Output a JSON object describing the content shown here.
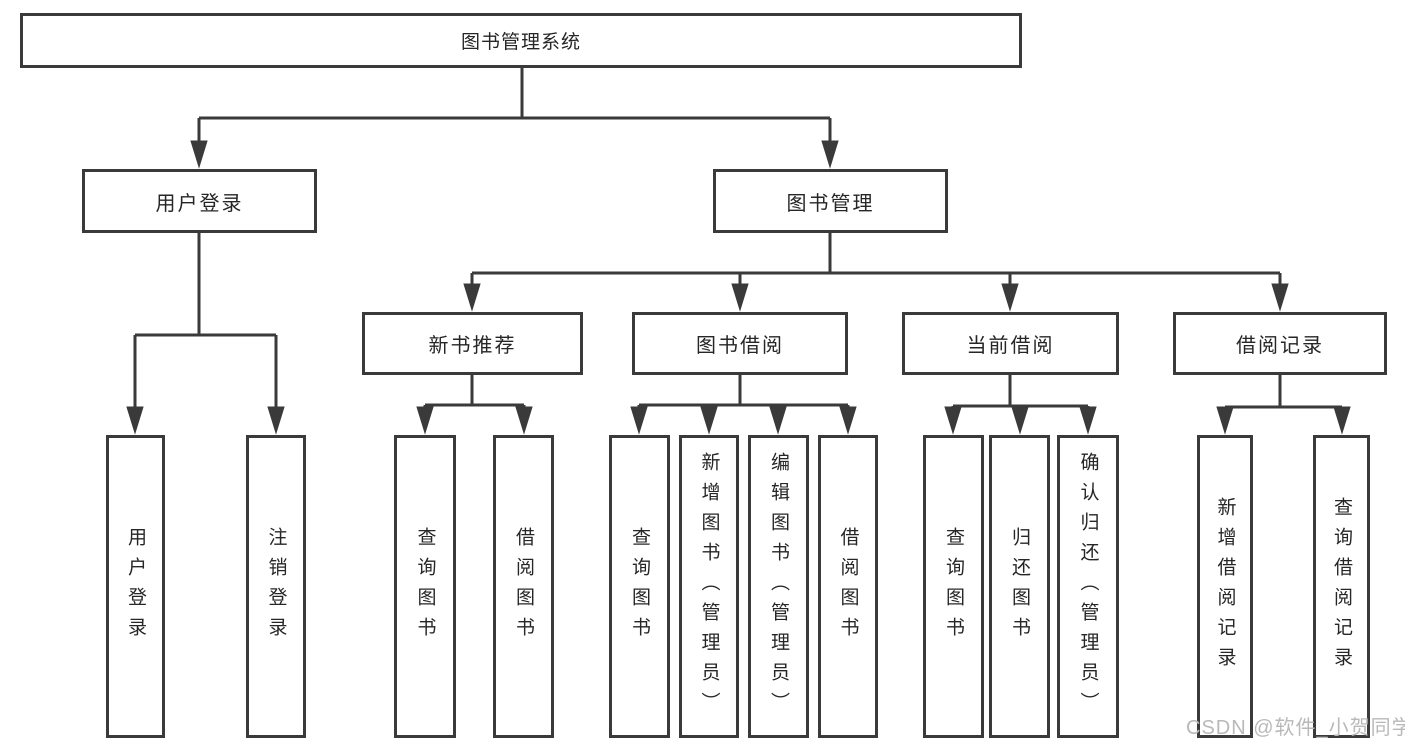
{
  "diagram": {
    "root": "图书管理系统",
    "branches": [
      {
        "label": "用户登录",
        "children": [
          "用户登录",
          "注销登录"
        ]
      },
      {
        "label": "图书管理",
        "groups": [
          {
            "label": "新书推荐",
            "children": [
              "查询图书",
              "借阅图书"
            ]
          },
          {
            "label": "图书借阅",
            "children": [
              "查询图书",
              "新增图书（管理员）",
              "编辑图书（管理员）",
              "借阅图书"
            ]
          },
          {
            "label": "当前借阅",
            "children": [
              "查询图书",
              "归还图书",
              "确认归还（管理员）"
            ]
          },
          {
            "label": "借阅记录",
            "children": [
              "新增借阅记录",
              "查询借阅记录"
            ]
          }
        ]
      }
    ],
    "colors": {
      "line": "#3a3a3a",
      "text": "#262626",
      "box_fill": "#ffffff",
      "watermark": "#b9b9b9"
    },
    "watermark": "CSDN @软件_小贺同学"
  }
}
